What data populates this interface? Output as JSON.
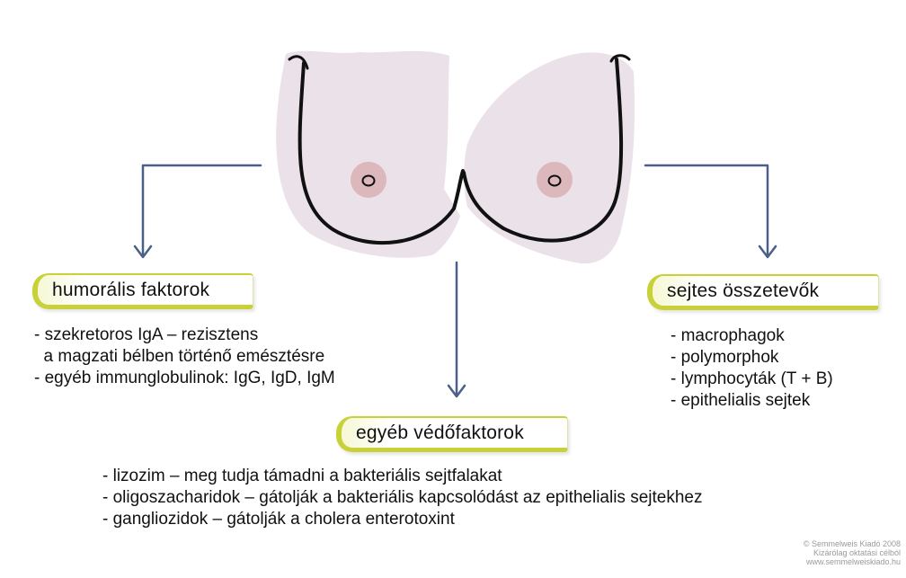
{
  "boxes": {
    "humoral": "humorális faktorok",
    "cellular": "sejtes összetevők",
    "other": "egyéb védőfaktorok"
  },
  "lists": {
    "humoral": [
      "- szekretoros IgA – rezisztens",
      "  a magzati bélben történő emésztésre",
      "- egyéb immunglobulinok: IgG, IgD, IgM"
    ],
    "cellular": [
      "- macrophagok",
      "- polymorphok",
      "- lymphocyták (T + B)",
      "- epithelialis sejtek"
    ],
    "other": [
      "- lizozim – meg tudja támadni a bakteriális sejtfalakat",
      "- oligoszacharidok – gátolják a bakteriális kapcsolódást az epithelialis sejtekhez",
      "- gangliozidok – gátolják a cholera enterotoxint"
    ]
  },
  "copyright": {
    "line1": "© Semmelweis Kiadó 2008",
    "line2": "Kizárólag oktatási célból",
    "line3": "www.semmelweiskiado.hu"
  },
  "colors": {
    "arrow": "#4a6089",
    "box_accent": "#c9d139",
    "skin": "#ebe1e8",
    "areola": "#dcb8bc"
  }
}
